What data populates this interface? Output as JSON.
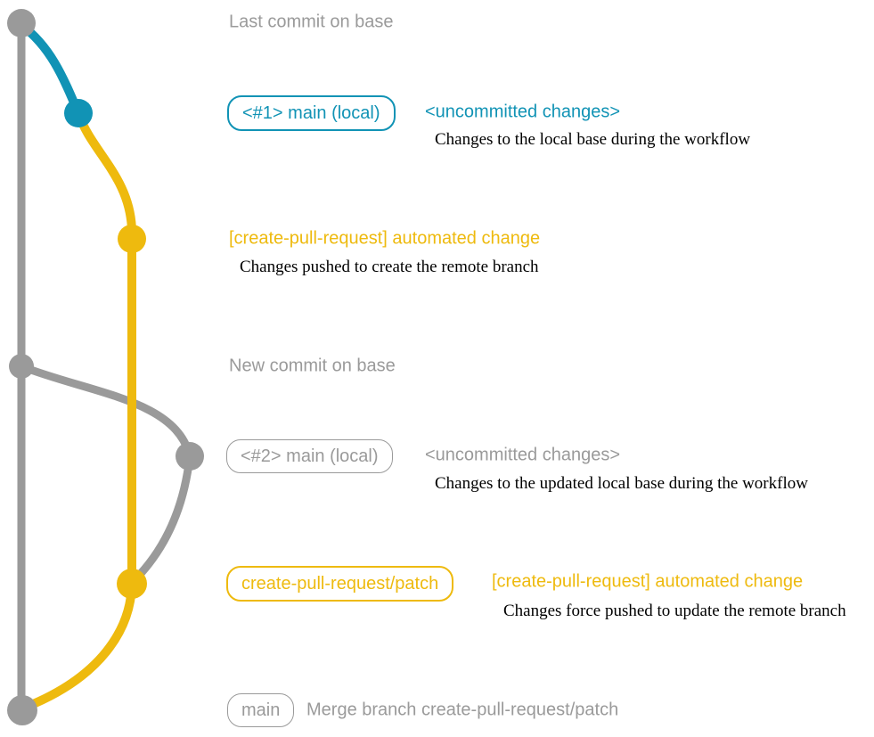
{
  "colors": {
    "blue": "#1193b5",
    "yellow": "#eeba0e",
    "gray": "#9a9a9a",
    "desc": "#000000"
  },
  "graph": {
    "type": "git-commit-graph",
    "branches": [
      {
        "name": "base",
        "color": "gray"
      },
      {
        "name": "local-main-1",
        "color": "blue"
      },
      {
        "name": "create-pull-request/patch",
        "color": "yellow"
      },
      {
        "name": "local-main-2",
        "color": "gray"
      }
    ],
    "nodes": [
      {
        "id": "last-commit-on-base",
        "color": "gray",
        "label": "Last commit on base"
      },
      {
        "id": "uncommitted-changes-1",
        "color": "blue",
        "label": "<#1> main (local) <uncommitted changes>"
      },
      {
        "id": "automated-change-1",
        "color": "yellow",
        "label": "[create-pull-request] automated change"
      },
      {
        "id": "new-commit-on-base",
        "color": "gray",
        "label": "New commit on base"
      },
      {
        "id": "uncommitted-changes-2",
        "color": "gray",
        "label": "<#2> main (local) <uncommitted changes>"
      },
      {
        "id": "automated-change-2",
        "color": "yellow",
        "label": "create-pull-request/patch [create-pull-request] automated change"
      },
      {
        "id": "merge-commit",
        "color": "gray",
        "label": "main Merge branch create-pull-request/patch"
      }
    ]
  },
  "labels": {
    "last_commit": "Last commit on base",
    "branch1_badge": "<#1> main (local)",
    "branch1_title": "<uncommitted changes>",
    "branch1_desc": "Changes to the local base during the workflow",
    "push1_title": "[create-pull-request] automated change",
    "push1_desc": "Changes pushed to create the remote branch",
    "new_commit": "New commit on base",
    "branch2_badge": "<#2> main (local)",
    "branch2_title": "<uncommitted changes>",
    "branch2_desc": "Changes to the updated local base during the workflow",
    "patch_badge": "create-pull-request/patch",
    "push2_title": "[create-pull-request] automated change",
    "push2_desc": "Changes force pushed to update the remote branch",
    "merge_badge": "main",
    "merge_text": "Merge branch create-pull-request/patch"
  }
}
